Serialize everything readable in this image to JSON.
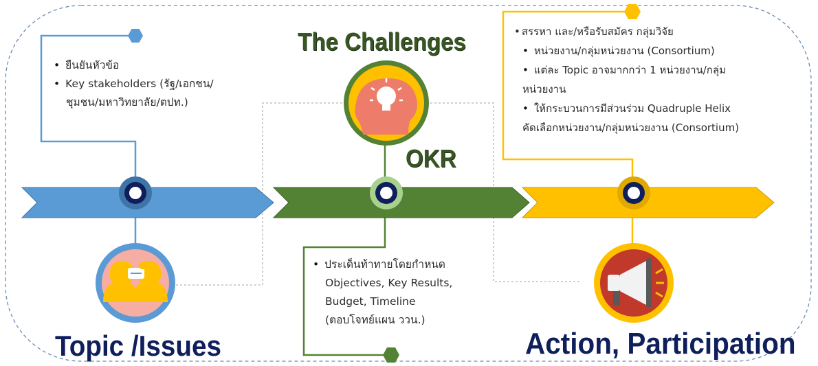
{
  "heading_challenges": "The Challenges",
  "heading_okr": "OKR",
  "stage1": {
    "title": "Topic /Issues",
    "bullets": [
      "ยืนยันหัวข้อ",
      "Key stakeholders (รัฐ/เอกชน/",
      "ชุมชน/มหาวิทยาลัย/ตปท.)"
    ],
    "color": "#5b9bd5"
  },
  "stage2": {
    "bullets": [
      "ประเด็นท้าทายโดยกำหนด",
      "Objectives, Key Results,",
      "Budget, Timeline",
      "(ตอบโจทย์แผน ววน.)"
    ],
    "color": "#548235"
  },
  "stage3": {
    "title": "Action, Participation",
    "bullets": [
      "สรรหา และ/หรือรับสมัคร กลุ่มวิจัย",
      "หน่วยงาน/กลุ่มหน่วยงาน (Consortium)",
      "แต่ละ Topic อาจมากกว่า 1 หน่วยงาน/กลุ่ม",
      "หน่วยงาน",
      "ให้กระบวนการมีส่วนร่วม Quadruple Helix",
      "คัดเลือกหน่วยงาน/กลุ่มหน่วยงาน (Consortium)"
    ],
    "color": "#ffc000"
  },
  "colors": {
    "title_navy": "#0f1f5c",
    "challenge_green": "#375623"
  }
}
